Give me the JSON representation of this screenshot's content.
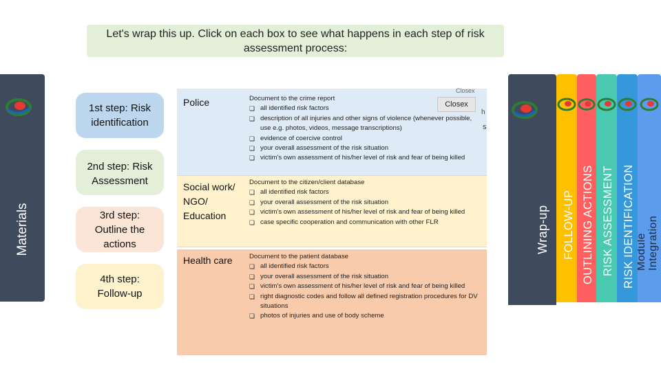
{
  "title": "Let's wrap this up. Click on each box to see what happens in each step of risk assessment process:",
  "side_panel": {
    "label": "Materials",
    "logo_icon": "organization-logo-icon"
  },
  "steps": [
    {
      "label": "1st step: Risk identification"
    },
    {
      "label": "2nd step: Risk Assessment"
    },
    {
      "label": "3rd step: Outline the actions"
    },
    {
      "label": "4th step: Follow-up"
    }
  ],
  "details": {
    "close_label": "Closex",
    "close_ghost": "Closex",
    "ghost_text_h": "h",
    "ghost_text_s": "s",
    "rows": [
      {
        "label": "Police",
        "lead": "Document to the crime report",
        "items": [
          "all identified risk factors",
          "description of all injuries and other signs of violence (whenever possible, use e.g. photos, videos, message transcriptions)",
          "evidence of coercive control",
          "your overall assessment of the risk situation",
          "victim's own assessment of his/her level of risk and fear of being killed"
        ]
      },
      {
        "label": "Social work/ NGO/ Education",
        "lead": "Document to the citizen/client database",
        "items": [
          "all identified risk factors",
          "your overall assessment of the risk situation",
          "victim's own assessment of his/her level of risk and fear of being killed",
          "case specific cooperation and communication with other FLR"
        ]
      },
      {
        "label": "Health care",
        "lead": "Document to the patient database",
        "items": [
          "all identified risk factors",
          "your overall assessment of the risk situation",
          "victim's own assessment of his/her level of risk and fear of being killed",
          "right diagnostic codes and follow all defined registration procedures for DV situations",
          "photos of injuries and use of body scheme"
        ]
      }
    ]
  },
  "tabs": [
    {
      "label": "Wrap-up",
      "color": "#3f4a5c"
    },
    {
      "label": "FOLLOW-UP",
      "color": "#ffc000"
    },
    {
      "label": "OUTLINING ACTIONS",
      "color": "#ff5f5f"
    },
    {
      "label": "RISK ASSESSMENT",
      "color": "#48c9b0"
    },
    {
      "label": "RISK IDENTIFICATION",
      "color": "#3498db"
    },
    {
      "label": "Module",
      "label_top": "Integration",
      "color": "#5d9cec"
    }
  ],
  "colors": {
    "step1": "#bdd7ee",
    "step2": "#e3efd9",
    "step3": "#fbe5d6",
    "step4": "#fdf2cc",
    "police_row": "#deebf7",
    "social_row": "#fff2cc",
    "health_row": "#f8cbad"
  }
}
